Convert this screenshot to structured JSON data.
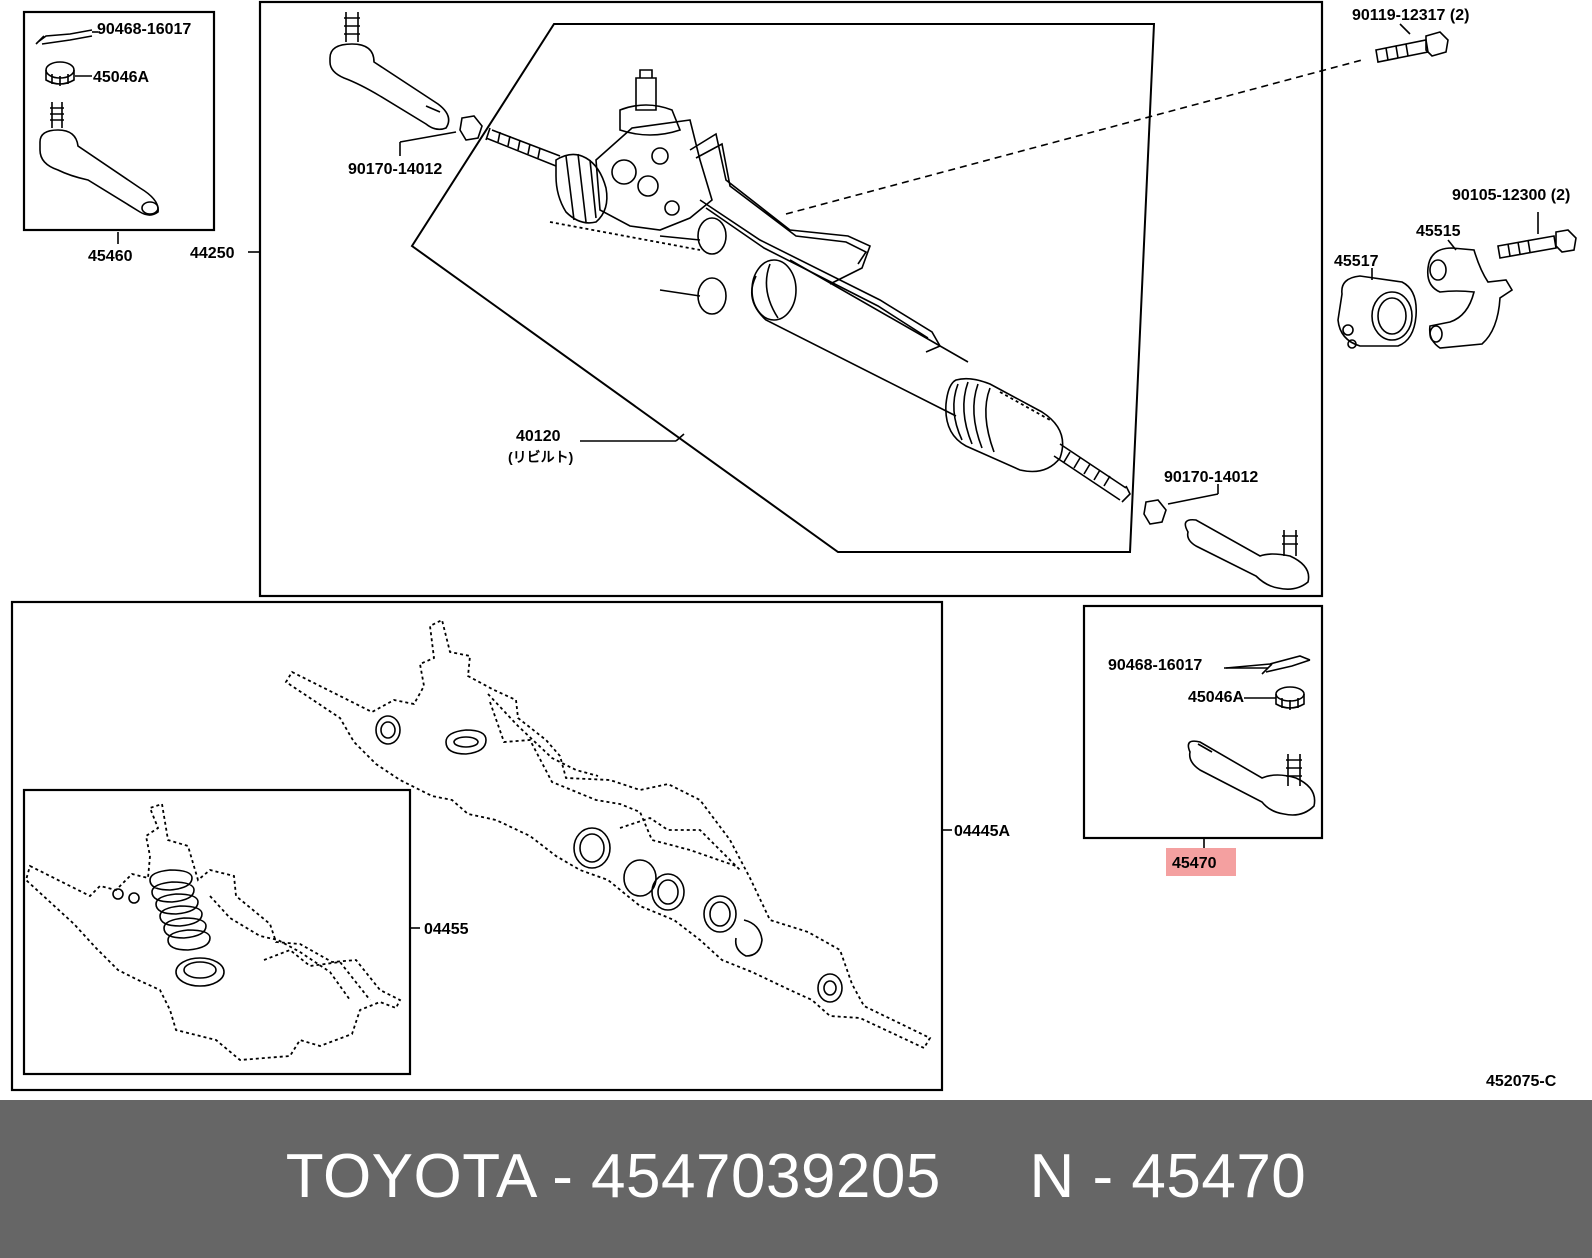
{
  "diagram": {
    "labels": {
      "cotter_pin_top": "90468-16017",
      "nut_top": "45046A",
      "tie_rod_end_left": "45460",
      "rack_assembly": "44250",
      "nut_left_inner": "90170-14012",
      "rack_rebuilt": "40120",
      "rack_rebuilt_note": "(リビルト)",
      "nut_right_inner": "90170-14012",
      "bolt_top_right": "90119-12317 (2)",
      "bolt_bracket": "90105-12300 (2)",
      "bracket": "45515",
      "grommet": "45517",
      "gasket_kit": "04445A",
      "gasket_kit_inner": "04455",
      "cotter_pin_right": "90468-16017",
      "nut_right": "45046A",
      "tie_rod_end_right": "45470",
      "diagram_code": "452075-C"
    },
    "highlight_color": "#f4a0a0"
  },
  "footer": {
    "text": "TOYOTA - 4547039205     N - 45470",
    "background": "#666666"
  }
}
